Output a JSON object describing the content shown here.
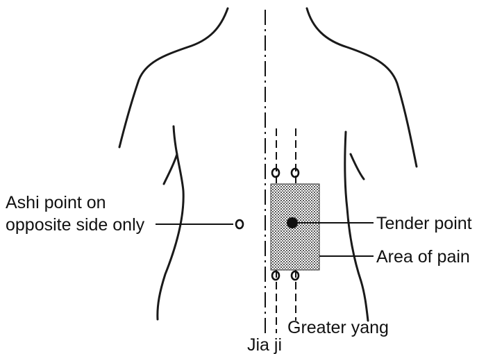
{
  "labels": {
    "ashi_line1": "Ashi point on",
    "ashi_line2": "opposite side only",
    "tender_point": "Tender point",
    "area_of_pain": "Area of pain",
    "greater_yang": "Greater yang",
    "jia_ji": "Jia ji"
  },
  "colors": {
    "ink": "#111111",
    "pain_area": "#8c8c8c",
    "background": "#ffffff"
  }
}
